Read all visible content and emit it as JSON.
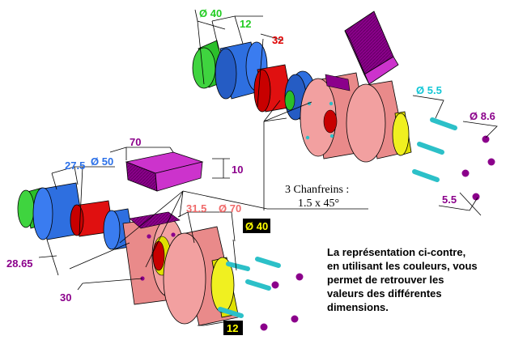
{
  "colors": {
    "green": "#2bbf2b",
    "blue": "#2e6fe0",
    "red": "#e01010",
    "salmon": "#e98a8a",
    "yellow": "#e0e000",
    "purple": "#8b008b",
    "magenta": "#cc33cc",
    "cyan": "#2cc0c8",
    "dim_green": "#22cc22",
    "dim_blue": "#2a6fe8",
    "dim_red": "#e00000",
    "dim_salmon": "#f06a6a",
    "dim_cyan": "#12c7d6",
    "dim_purple": "#8b008b",
    "highlight_black": "#000000",
    "highlight_yellow": "#ffff00"
  },
  "dims": {
    "top_dia40": "Ø 40",
    "top_12": "12",
    "top_32": "32",
    "top_dia55": "Ø 5.5",
    "top_dia86": "Ø 8.6",
    "top_55": "5.5",
    "block_70": "70",
    "block_10": "10",
    "bot_275": "27.5",
    "bot_dia50": "Ø 50",
    "bot_315": "31.5",
    "bot_dia70": "Ø 70",
    "bot_dia40": "Ø 40",
    "bot_12": "12",
    "bot_2865": "28.65",
    "bot_30": "30"
  },
  "chamfer": {
    "line1": "3 Chanfreins :",
    "line2": "1.5 x 45°"
  },
  "note": {
    "line1": "La représentation ci-contre,",
    "line2": "en utilisant les couleurs, vous",
    "line3": "permet de retrouver les",
    "line4": "valeurs des différentes",
    "line5": "dimensions."
  }
}
